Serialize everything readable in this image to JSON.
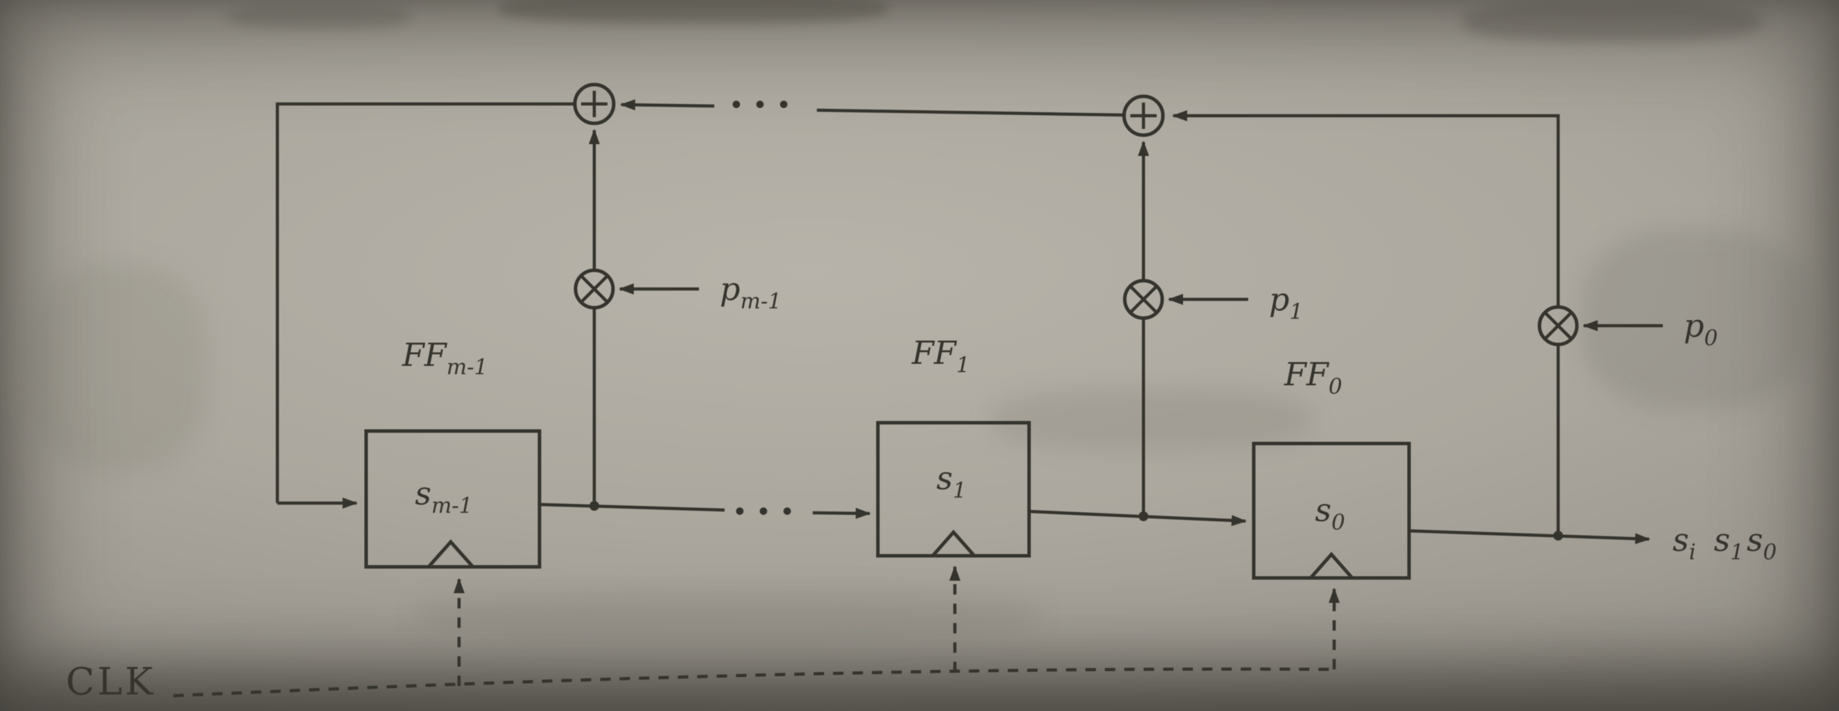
{
  "figure": {
    "background_color": "#a9a59c",
    "ink_color": "#35332d",
    "clk_label": "CLK",
    "ellipsis_top": "···",
    "ellipsis_mid": "···",
    "flipflops": [
      {
        "label_base": "FF",
        "label_sub": "m-1",
        "state_base": "s",
        "state_sub": "m-1"
      },
      {
        "label_base": "FF",
        "label_sub": "1",
        "state_base": "s",
        "state_sub": "1"
      },
      {
        "label_base": "FF",
        "label_sub": "0",
        "state_base": "s",
        "state_sub": "0"
      }
    ],
    "coefficients": [
      {
        "base": "p",
        "sub": "m-1"
      },
      {
        "base": "p",
        "sub": "1"
      },
      {
        "base": "p",
        "sub": "0"
      }
    ],
    "output": {
      "t1_base": "s",
      "t1_sub": "i",
      "t2_base": "s",
      "t2_sub": "1",
      "t3_base": "s",
      "t3_sub": "0"
    }
  }
}
